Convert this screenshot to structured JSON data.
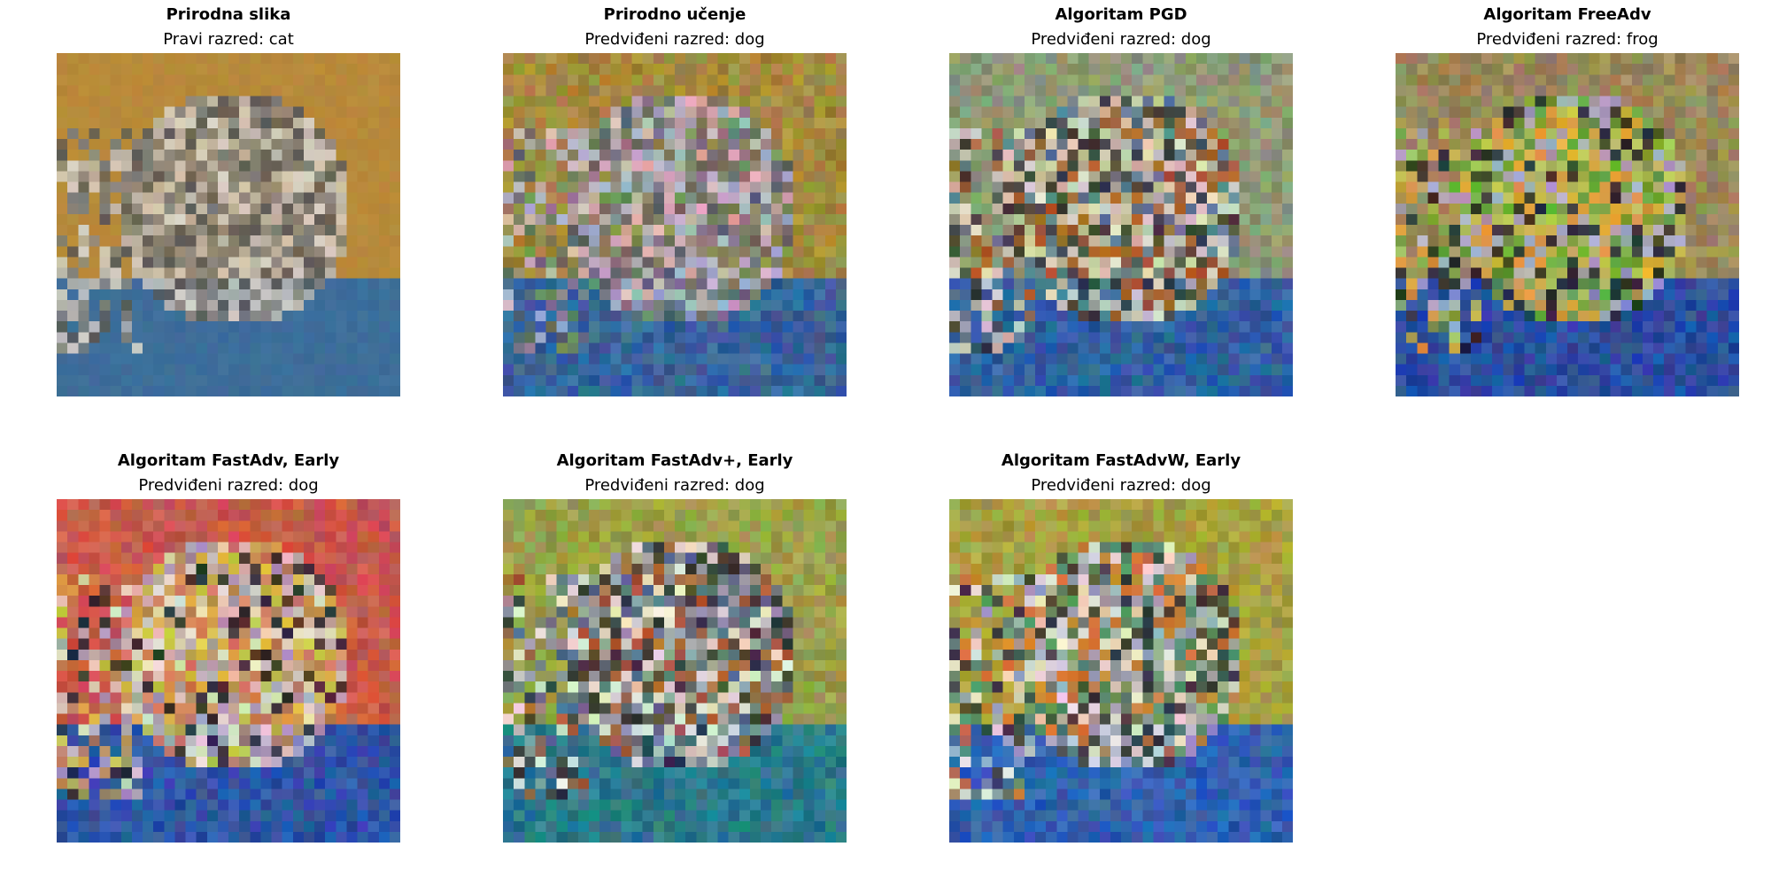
{
  "panels": [
    {
      "title": "Prirodna slika",
      "subtitle": "Pravi razred: cat",
      "image": {
        "description_icon": "cat-image",
        "palette": {
          "top": "#b88a3a",
          "bottom": "#3d6e9a",
          "subject": [
            "#7c7c78",
            "#bfb9b0",
            "#5a5a58",
            "#d8d2c8",
            "#8e8a82"
          ]
        }
      }
    },
    {
      "title": "Prirodno učenje",
      "subtitle": "Predviđeni razred: dog",
      "image": {
        "description_icon": "perturbed-image",
        "palette": {
          "top": "#a58a3e",
          "bottom": "#35659a",
          "subject": [
            "#8a7c8a",
            "#d8b4c4",
            "#5e6a6c",
            "#a7b6c6",
            "#7a8a5a"
          ]
        }
      }
    },
    {
      "title": "Algoritam PGD",
      "subtitle": "Predviđeni razred: dog",
      "image": {
        "description_icon": "perturbed-image",
        "palette": {
          "top": "#8e9a74",
          "bottom": "#2f5fa0",
          "subject": [
            "#a85a2a",
            "#e0d8c8",
            "#3e3e3c",
            "#c8c0a0",
            "#5a7a92"
          ]
        }
      }
    },
    {
      "title": "Algoritam FreeAdv",
      "subtitle": "Predviđeni razred: frog",
      "image": {
        "description_icon": "perturbed-image",
        "palette": {
          "top": "#9a8a5a",
          "bottom": "#2a4ea0",
          "subject": [
            "#6aa33a",
            "#b8c05a",
            "#2e2e2a",
            "#a8a8c8",
            "#e0a33a"
          ]
        }
      }
    },
    {
      "title": "Algoritam FastAdv, Early",
      "subtitle": "Predviđeni razred: dog",
      "image": {
        "description_icon": "perturbed-image",
        "palette": {
          "top": "#c85a4a",
          "bottom": "#2e55a6",
          "subject": [
            "#e0dcc8",
            "#2e2e30",
            "#d0c04a",
            "#b0a4b8",
            "#c88a5a"
          ]
        }
      }
    },
    {
      "title": "Algoritam FastAdv+, Early",
      "subtitle": "Predviđeni razred: dog",
      "image": {
        "description_icon": "perturbed-image",
        "palette": {
          "top": "#9aa04a",
          "bottom": "#2a7a8a",
          "subject": [
            "#e8e4d8",
            "#34343a",
            "#a85a3a",
            "#9a9aa8",
            "#5a6a8a"
          ]
        }
      }
    },
    {
      "title": "Algoritam FastAdvW, Early",
      "subtitle": "Predviđeni razred: dog",
      "image": {
        "description_icon": "perturbed-image",
        "palette": {
          "top": "#a8a040",
          "bottom": "#2e60b0",
          "subject": [
            "#e8e0d8",
            "#3a3a3e",
            "#d07a3a",
            "#a0a8b8",
            "#5a8a6a"
          ]
        }
      }
    }
  ]
}
